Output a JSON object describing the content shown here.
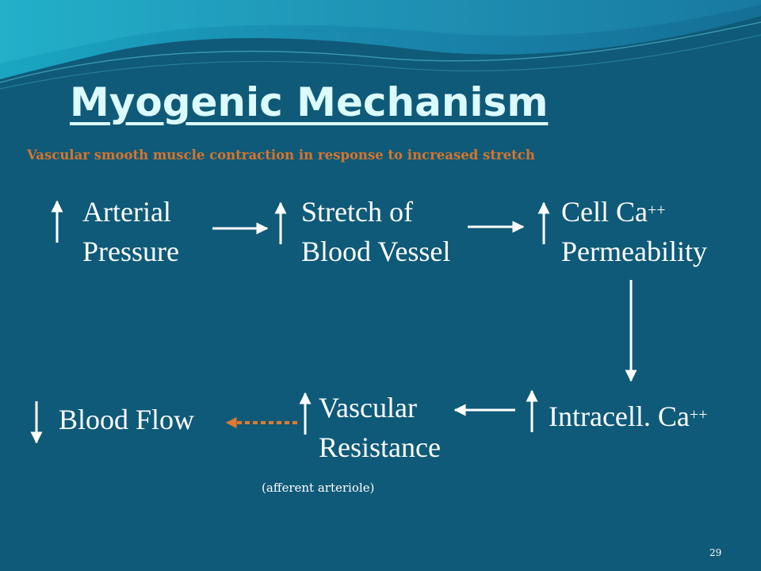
{
  "slide": {
    "title": "Myogenic Mechanism",
    "subtitle": "Vascular smooth muscle contraction in response to increased stretch",
    "page_number": "29",
    "note": "(afferent arteriole)"
  },
  "nodes": {
    "arterial_pressure": {
      "line1": "Arterial",
      "line2": "Pressure",
      "direction": "increase"
    },
    "stretch": {
      "line1": "Stretch of",
      "line2": "Blood Vessel",
      "direction": "increase"
    },
    "cell_ca": {
      "line1": "Cell Ca",
      "sup": "++",
      "line2": "Permeability",
      "direction": "increase"
    },
    "intracell_ca": {
      "line1": "Intracell. Ca",
      "sup": "++",
      "direction": "increase"
    },
    "vascular_resistance": {
      "line1": "Vascular",
      "line2": "Resistance",
      "direction": "increase"
    },
    "blood_flow": {
      "line1": "Blood Flow",
      "direction": "decrease"
    }
  },
  "colors": {
    "background": "#0f5a78",
    "title": "#dcfbff",
    "subtitle": "#d8742c",
    "text": "#ffffff",
    "dashed_arrow": "#e07a2e"
  }
}
